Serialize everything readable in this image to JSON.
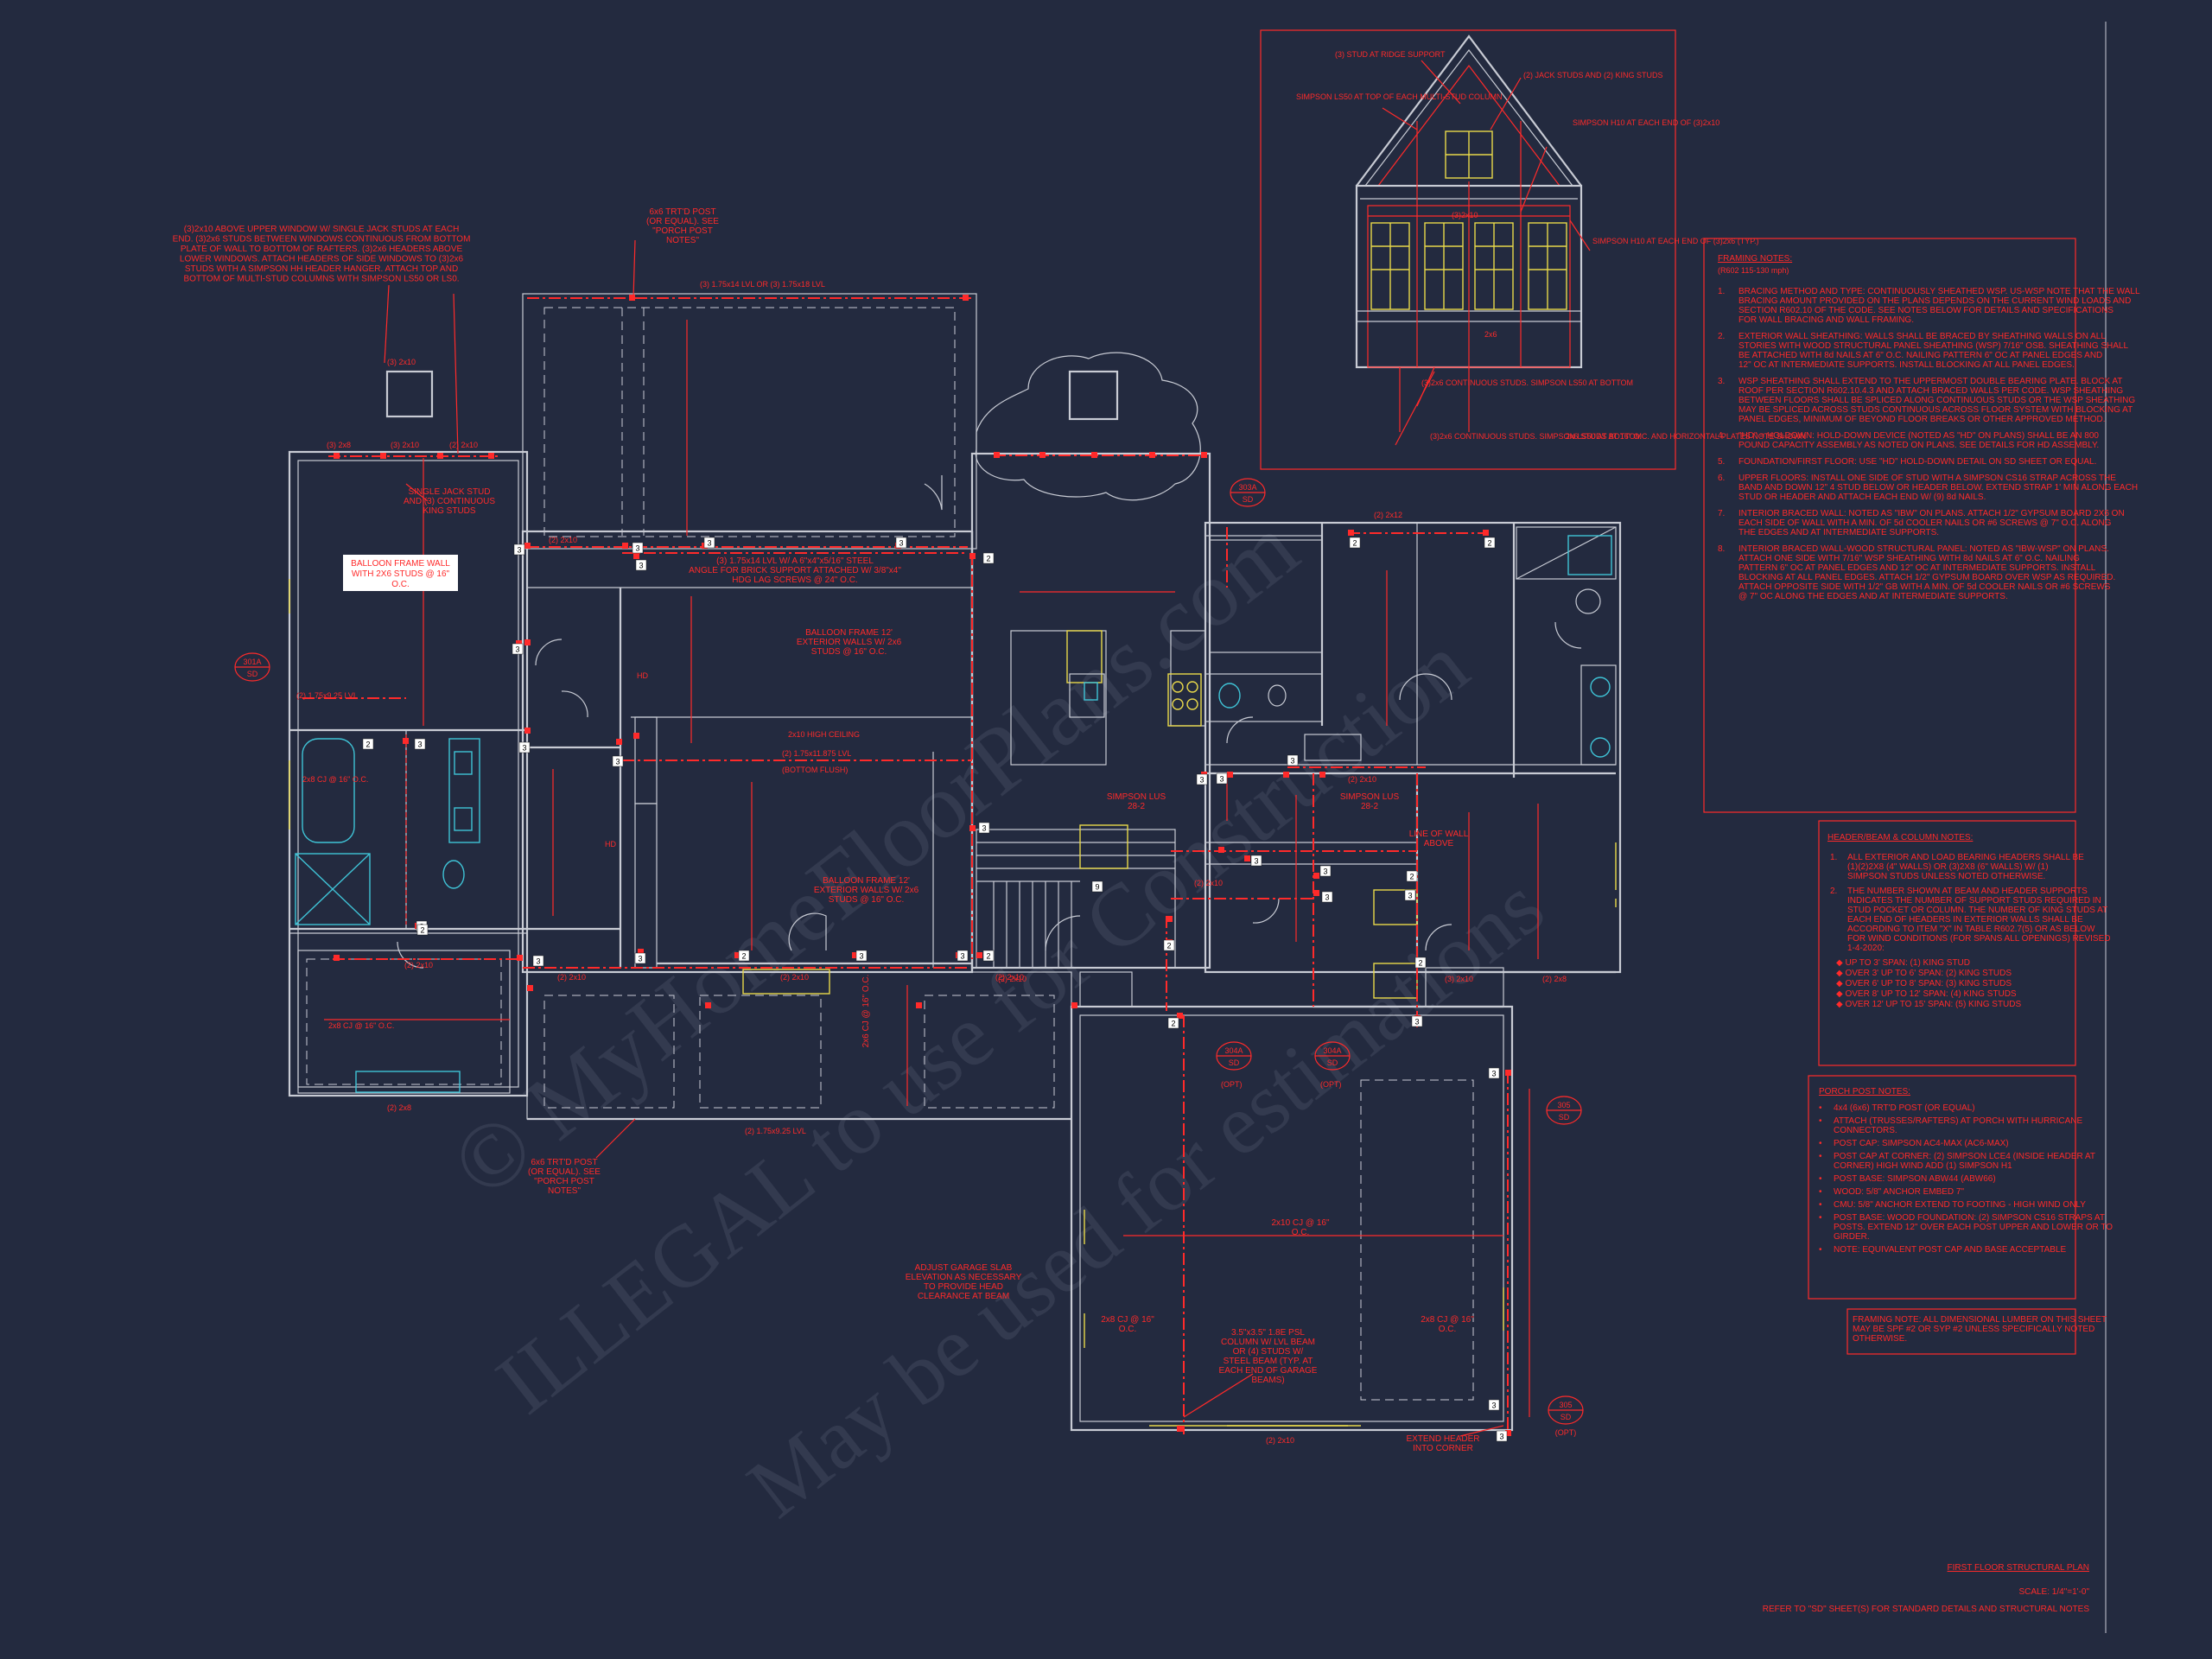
{
  "sheet": {
    "title": "FIRST FLOOR STRUCTURAL PLAN",
    "scale": "SCALE: 1/4\"=1'-0\"",
    "refer_note": "REFER TO \"SD\" SHEET(S) FOR STANDARD DETAILS AND STRUCTURAL NOTES"
  },
  "watermark": {
    "line1": "© MyHomeFloorPlans.com",
    "line2": "ILLEGAL to use for Construction",
    "line3": "May be used for estimations"
  },
  "framing_notes": {
    "title": "FRAMING NOTES:",
    "subtitle": "(R602 115-130 mph)",
    "items": [
      "BRACING METHOD AND TYPE: CONTINUOUSLY SHEATHED WSP. US-WSP NOTE THAT THE WALL BRACING AMOUNT PROVIDED ON THE PLANS DEPENDS ON THE CURRENT WIND LOADS AND SECTION R602.10 OF THE CODE. SEE NOTES BELOW FOR DETAILS AND SPECIFICATIONS FOR WALL BRACING AND WALL FRAMING.",
      "EXTERIOR WALL SHEATHING: WALLS SHALL BE BRACED BY SHEATHING WALLS ON ALL STORIES WITH WOOD STRUCTURAL PANEL SHEATHING (WSP) 7/16\" OSB. SHEATHING SHALL BE ATTACHED WITH 8d NAILS AT 6\" O.C. NAILING PATTERN 6\" OC AT PANEL EDGES AND 12\" OC AT INTERMEDIATE SUPPORTS. INSTALL BLOCKING AT ALL PANEL EDGES.",
      "WSP SHEATHING SHALL EXTEND TO THE UPPERMOST DOUBLE BEARING PLATE. BLOCK AT ROOF PER SECTION R602.10.4.3 AND ATTACH BRACED WALLS PER CODE. WSP SHEATHING BETWEEN FLOORS SHALL BE SPLICED ALONG CONTINUOUS STUDS OR THE WSP SHEATHING MAY BE SPLICED ACROSS STUDS CONTINUOUS ACROSS FLOOR SYSTEM WITH BLOCKING AT PANEL EDGES, MINIMUM OF BEYOND FLOOR BREAKS OR OTHER APPROVED METHOD.",
      "\"HD\" = HOLDOWN: HOLD-DOWN DEVICE (NOTED AS \"HD\" ON PLANS) SHALL BE AN 800 POUND CAPACITY ASSEMBLY AS NOTED ON PLANS. SEE DETAILS FOR HD ASSEMBLY.",
      "FOUNDATION/FIRST FLOOR: USE \"HD\" HOLD-DOWN DETAIL ON SD SHEET OR EQUAL.",
      "UPPER FLOORS: INSTALL ONE SIDE OF STUD WITH A SIMPSON CS16 STRAP ACROSS THE BAND AND DOWN 12\" 4 STUD BELOW OR HEADER BELOW. EXTEND STRAP 1' MIN ALONG EACH STUD OR HEADER AND ATTACH EACH END W/ (9) 8d NAILS.",
      "INTERIOR BRACED WALL: NOTED AS \"IBW\" ON PLANS. ATTACH 1/2\" GYPSUM BOARD 2X6 ON EACH SIDE OF WALL WITH A MIN. OF 5d COOLER NAILS OR #6 SCREWS @ 7\" O.C. ALONG THE EDGES AND AT INTERMEDIATE SUPPORTS.",
      "INTERIOR BRACED WALL-WOOD STRUCTURAL PANEL: NOTED AS \"IBW-WSP\" ON PLANS. ATTACH ONE SIDE WITH 7/16\" WSP SHEATHING WITH 8d NAILS AT 6\" O.C. NAILING PATTERN 6\" OC AT PANEL EDGES AND 12\" OC AT INTERMEDIATE SUPPORTS. INSTALL BLOCKING AT ALL PANEL EDGES. ATTACH 1/2\" GYPSUM BOARD OVER WSP AS REQUIRED. ATTACH OPPOSITE SIDE WITH 1/2\" GB WITH A MIN. OF 5d COOLER NAILS OR #6 SCREWS @ 7\" OC ALONG THE EDGES AND AT INTERMEDIATE SUPPORTS."
    ]
  },
  "header_notes": {
    "title": "HEADER/BEAM & COLUMN NOTES:",
    "items": [
      "ALL EXTERIOR AND LOAD BEARING HEADERS SHALL BE (1)(2)2X8 (4\" WALLS) OR (3)2X8 (6\" WALLS) W/ (1) SIMPSON STUDS UNLESS NOTED OTHERWISE.",
      "THE NUMBER SHOWN AT BEAM AND HEADER SUPPORTS INDICATES THE NUMBER OF SUPPORT STUDS REQUIRED IN STUD POCKET OR COLUMN. THE NUMBER OF KING STUDS AT EACH END OF HEADERS IN EXTERIOR WALLS SHALL BE ACCORDING TO ITEM \"X\" IN TABLE R602.7(5) OR AS BELOW FOR WIND CONDITIONS (FOR SPANS ALL OPENINGS) REVISED 1-4-2020:"
    ],
    "spans": [
      "UP TO 3' SPAN: (1) KING STUD",
      "OVER 3' UP TO 6' SPAN: (2) KING STUDS",
      "OVER 6' UP TO 8' SPAN: (3) KING STUDS",
      "OVER 8' UP TO 12' SPAN: (4) KING STUDS",
      "OVER 12' UP TO 15' SPAN: (5) KING STUDS"
    ]
  },
  "porch_notes": {
    "title": "PORCH POST NOTES:",
    "items": [
      "4x4 (6x6) TRT'D POST (OR EQUAL)",
      "ATTACH (TRUSSES/RAFTERS) AT PORCH WITH HURRICANE CONNECTORS.",
      "POST CAP: SIMPSON AC4-MAX (AC6-MAX)",
      "POST CAP AT CORNER: (2) SIMPSON LCE4 (INSIDE HEADER AT CORNER) HIGH WIND ADD (1) SIMPSON H1",
      "POST BASE: SIMPSON ABW44 (ABW66)",
      "WOOD: 5/8\" ANCHOR EMBED 7\"",
      "CMU: 5/8\" ANCHOR EXTEND TO FOOTING - HIGH WIND ONLY",
      "POST BASE: WOOD FOUNDATION: (2) SIMPSON CS16 STRAPS AT POSTS. EXTEND 12\" OVER EACH POST UPPER AND LOWER OR TO GIRDER.",
      "NOTE: EQUIVALENT POST CAP AND BASE ACCEPTABLE"
    ]
  },
  "framing_note_box": "FRAMING NOTE: ALL DIMENSIONAL LUMBER ON THIS SHEET MAY BE SPF #2 OR SYP #2 UNLESS SPECIFICALLY NOTED OTHERWISE.",
  "labels": {
    "header_note_left": "(3)2x10 ABOVE UPPER WINDOW W/ SINGLE JACK STUDS AT EACH END. (3)2x6 STUDS BETWEEN WINDOWS CONTINUOUS FROM BOTTOM PLATE OF WALL TO BOTTOM OF RAFTERS. (3)2x6 HEADERS ABOVE LOWER WINDOWS. ATTACH HEADERS OF SIDE WINDOWS TO (3)2x6 STUDS WITH A SIMPSON HH HEADER HANGER. ATTACH TOP AND BOTTOM OF MULTI-STUD COLUMNS WITH SIMPSON LS50 OR LS0.",
    "post_note_top": "6x6 TRT'D POST (OR EQUAL). SEE \"PORCH POST NOTES\"",
    "post_note_bottom": "6x6 TRT'D POST (OR EQUAL). SEE \"PORCH POST NOTES\"",
    "balloon_box": "BALLOON FRAME WALL WITH 2X6 STUDS @ 16\" O.C.",
    "balloon_frame_1": "BALLOON FRAME 12' EXTERIOR WALLS W/ 2x6 STUDS @ 16\" O.C.",
    "balloon_frame_2": "BALLOON FRAME 12' EXTERIOR WALLS W/ 2x6 STUDS @ 16\" O.C.",
    "steel_angle": "(3) 1.75x14 LVL W/ A 6\"x4\"x5/16\" STEEL ANGLE FOR BRICK SUPPORT ATTACHED W/ 3/8\"x4\" HDG LAG SCREWS @ 24\" O.C.",
    "lvl_top": "(3) 1.75x14 LVL OR (3) 1.75x18 LVL",
    "lvl_left": "(2) 1.75x9.25 LVL",
    "lvl_bottom": "(2) 1.75x9.25 LVL",
    "lvl_mid": "(2) 1.75x11.875 LVL",
    "bottom_flush": "(BOTTOM FLUSH)",
    "ceiling_hi": "2x10 HIGH CEILING",
    "single_jack": "SINGLE JACK STUD AND (3) CONTINUOUS KING STUDS",
    "simpson_1": "SIMPSON LUS 28-2",
    "simpson_2": "SIMPSON LUS 28-2",
    "line_wall": "LINE OF WALL ABOVE",
    "garage_note": "ADJUST GARAGE SLAB ELEVATION AS NECESSARY TO PROVIDE HEAD CLEARANCE AT BEAM",
    "psl_note": "3.5\"x3.5\" 1.8E PSL COLUMN W/ LVL BEAM OR (4) STUDS W/ STEEL BEAM (TYP. AT EACH END OF GARAGE BEAMS)",
    "extend_header": "EXTEND HEADER INTO CORNER",
    "opt_1": "(OPT)",
    "opt_2": "(OPT)",
    "cj_1": "2x8 CJ @ 16\" O.C.",
    "cj_2": "2x8 CJ @ 16\" O.C.",
    "cj_3": "2x10 CJ @ 16\" O.C.",
    "cj_4": "2x8 CJ @ 16\" O.C.",
    "cj_5": "2x8 CJ @ 16\" O.C.",
    "cj_6": "2x6 CJ @ 16\" O.C.",
    "hdr_2x10_a": "(3) 2x10",
    "hdr_2x8_a": "(3) 2x8",
    "hdr_2x10_b": "(2) 2x10",
    "hdr_2x10_c": "(2) 2x10",
    "hdr_2x10_d": "(3) 2x10",
    "hdr_2x10_e": "(2) 2x10",
    "hdr_2x8_b": "(2) 2x8",
    "hdr_2x10_f": "(2) 2x10",
    "hdr_2x10_g": "(2) 2x10",
    "hdr_2x10_h": "(2) 2x10",
    "hdr_2x10_i": "(2) 2x10",
    "hdr_2x10_j": "(2) 2x10",
    "hdr_2x10_k": "(2) 2x10",
    "hdr_2x10_l": "(3) 2x10",
    "hdr_2x8_c": "(2) 2x8",
    "hdr_2x10_m": "(2) 2x10",
    "hdr_2x12": "(2) 2x12",
    "hd_1": "HD",
    "hd_2": "HD",
    "elev_1": "(3) STUD AT RIDGE SUPPORT",
    "elev_2": "(2) JACK STUDS AND (2) KING STUDS",
    "elev_3": "SIMPSON LS50 AT TOP OF EACH MULTI-STUD COLUMN",
    "elev_4": "SIMPSON H10 AT EACH END OF (3)2x10",
    "elev_5": "SIMPSON H10 AT EACH END OF (3)2x6 (TYP.)",
    "elev_6": "(3)2x6 CONTINUOUS STUDS. SIMPSON LS50 AT BOTTOM",
    "elev_7": "(3)2x6 CONTINUOUS STUDS. SIMPSON LS50 AT BOTTOM",
    "elev_8": "2x6 STUDS AT 16\" O.C. AND HORIZONTAL PLATES NOTE SHOWN",
    "elev_9": "(3)2x10",
    "elev_10": "2x6",
    "sec_1": "301A",
    "sec_1b": "SD",
    "sec_2": "303A",
    "sec_2b": "SD",
    "sec_3": "304A",
    "sec_3b": "SD",
    "sec_4": "304A",
    "sec_4b": "SD",
    "sec_5": "305",
    "sec_5b": "SD",
    "sec_6": "305",
    "sec_6b": "SD",
    "sec_7": "(OPT)"
  },
  "colors": {
    "background": "#232a3f",
    "annotation": "#ff2a2a",
    "walls": "#c8cbd4",
    "fixtures": "#e8d84a",
    "plumbing": "#3fc3d6"
  }
}
